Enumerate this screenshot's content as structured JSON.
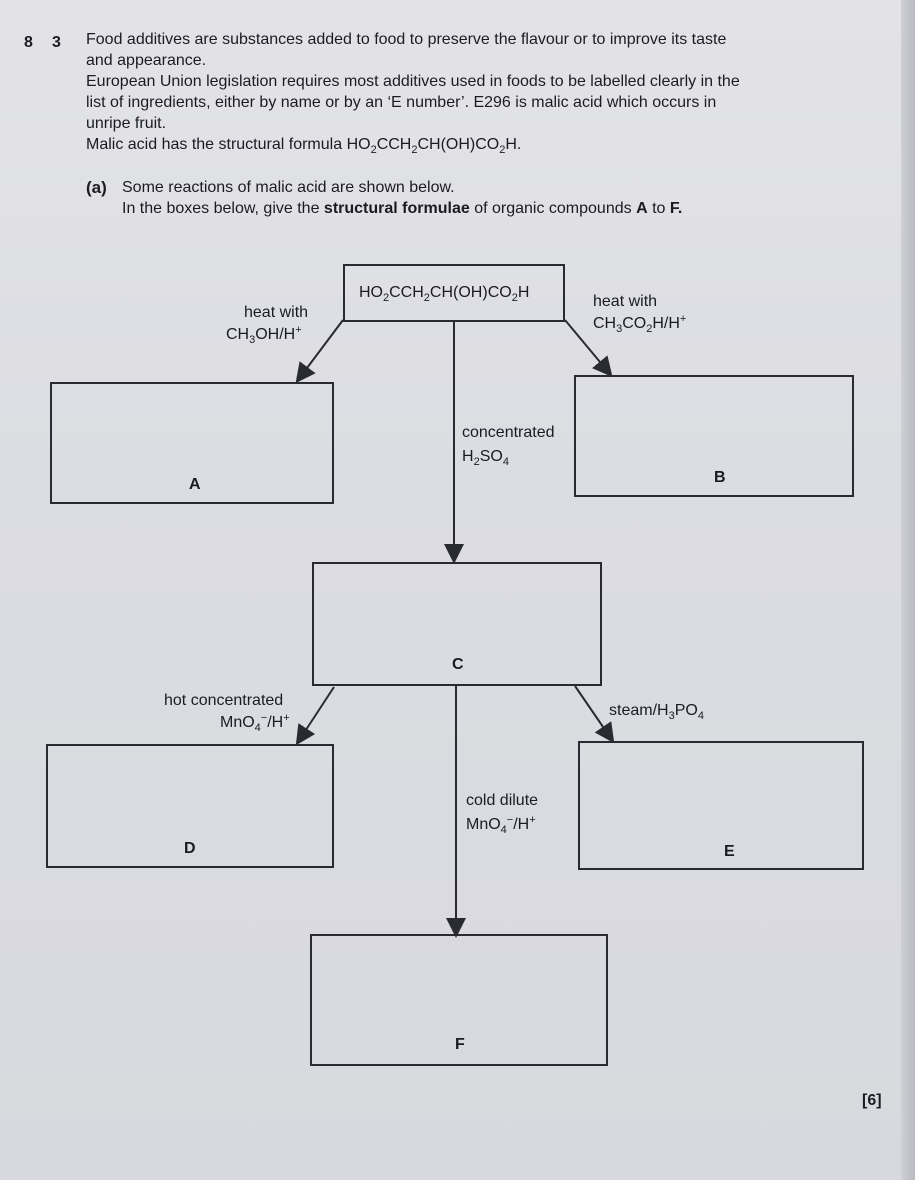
{
  "question": {
    "number": "8",
    "sub_number": "3",
    "intro_lines": [
      "Food additives are substances added to food to preserve the flavour or to improve its taste",
      "and appearance.",
      "European Union legislation requires most additives used in foods to be labelled clearly in the",
      "list of ingredients, either by name or by an ‘E number’. E296 is malic acid which occurs in",
      "unripe fruit."
    ],
    "formula_prefix": "Malic acid has the structural formula",
    "part_label": "(a)",
    "part_line1": "Some reactions of malic acid are shown below.",
    "part_line2_prefix": "In the boxes below, give the",
    "part_line2_bold": "structural formulae",
    "part_line2_mid": "of organic compounds",
    "part_line2_A": "A",
    "part_line2_to": "to",
    "part_line2_F": "F."
  },
  "scheme": {
    "reagent_A_line1": "heat with",
    "reagent_B_line1": "heat with",
    "reagent_C_line1": "concentrated",
    "reagent_D_line1": "hot concentrated",
    "reagent_E_prefix": "steam",
    "reagent_F_line1": "cold dilute",
    "box_labels": {
      "A": "A",
      "B": "B",
      "C": "C",
      "D": "D",
      "E": "E",
      "F": "F"
    }
  },
  "marks": "[6]"
}
